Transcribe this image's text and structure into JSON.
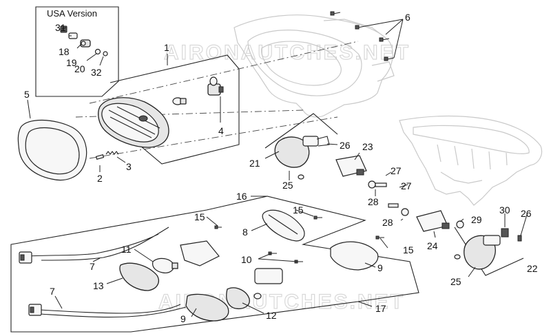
{
  "usa_box": {
    "title": "USA Version"
  },
  "watermark": {
    "top": "AIRONAUTCHES.NET",
    "bottom": "AIRONAUTCHES.NET"
  },
  "callouts": {
    "c1": "1",
    "c2": "2",
    "c3": "3",
    "c4": "4",
    "c5": "5",
    "c6": "6",
    "c7a": "7",
    "c7b": "7",
    "c8": "8",
    "c9a": "9",
    "c9b": "9",
    "c10": "10",
    "c11": "11",
    "c12": "12",
    "c13": "13",
    "c15a": "15",
    "c15b": "15",
    "c15c": "15",
    "c16": "16",
    "c17": "17",
    "c18": "18",
    "c19": "19",
    "c20": "20",
    "c21": "21",
    "c22": "22",
    "c23": "23",
    "c24": "24",
    "c25a": "25",
    "c25b": "25",
    "c26a": "26",
    "c26b": "26",
    "c27a": "27",
    "c27b": "27",
    "c28a": "28",
    "c28b": "28",
    "c29": "29",
    "c30": "30",
    "c31": "31",
    "c32": "32"
  },
  "icons": {
    "headlight": "headlight-assembly-icon",
    "rim": "headlight-rim-icon",
    "bulb": "bulb-icon",
    "turn_signal": "turn-signal-icon",
    "connector": "wire-connector-icon"
  }
}
